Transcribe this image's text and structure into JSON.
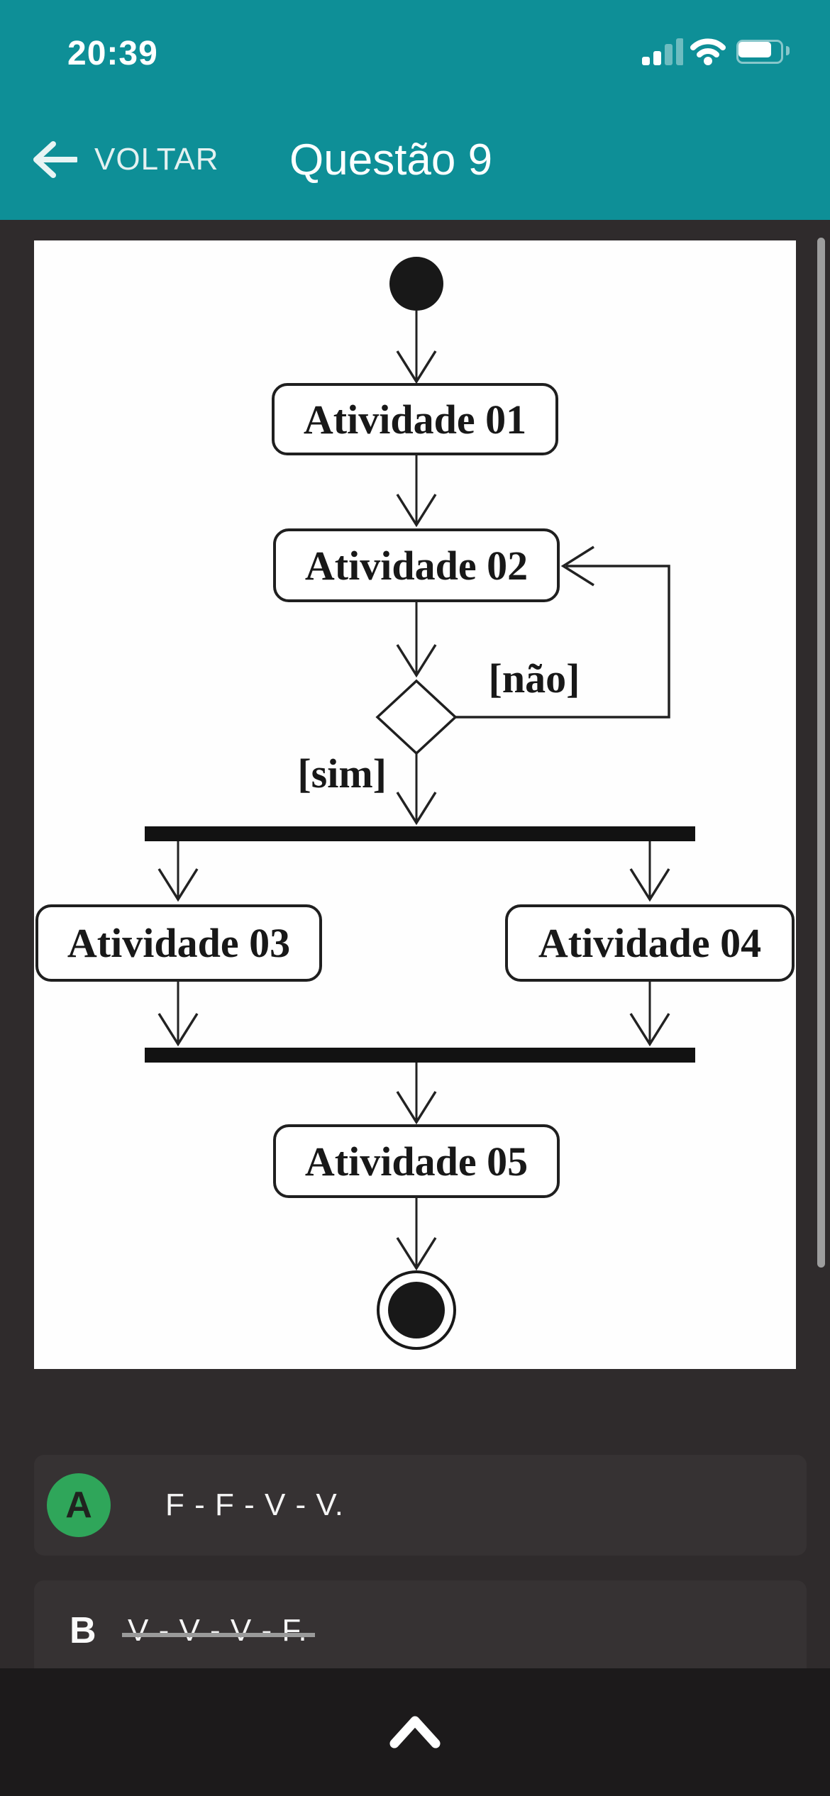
{
  "status_bar": {
    "time": "20:39",
    "signal_icon": "cellular-signal-2-of-4-bars",
    "wifi_icon": "wifi-full",
    "battery_icon": "battery-about-80-percent"
  },
  "header": {
    "back_label": "VOLTAR",
    "back_icon": "arrow-left",
    "title": "Questão 9"
  },
  "question_diagram": {
    "type": "uml-activity-diagram",
    "start_node": "initial-node-filled-circle",
    "end_node": "final-node-ringed-circle",
    "activity_01": "Atividade 01",
    "activity_02": "Atividade 02",
    "activity_03": "Atividade 03",
    "activity_04": "Atividade 04",
    "activity_05": "Atividade 05",
    "decision_label_no": "[não]",
    "decision_label_yes": "[sim]"
  },
  "options": [
    {
      "letter": "A",
      "text": "F - F - V - V.",
      "badge_color": "#2fa65a",
      "struck": false
    },
    {
      "letter": "B",
      "text": "V - V - V - F.",
      "badge_color": null,
      "struck": true
    }
  ],
  "footer": {
    "expand_icon": "chevron-up"
  },
  "colors": {
    "header_teal": "#0e8f97",
    "page_background": "#2f2b2c",
    "option_card": "#363233",
    "bottom_bar": "#1c1a1b",
    "option_a_badge_green": "#2fa65a",
    "strikethrough_gray": "#9a9a9a",
    "scrollbar_gray": "#9d9d9d",
    "diagram_paper": "#fefefe"
  }
}
